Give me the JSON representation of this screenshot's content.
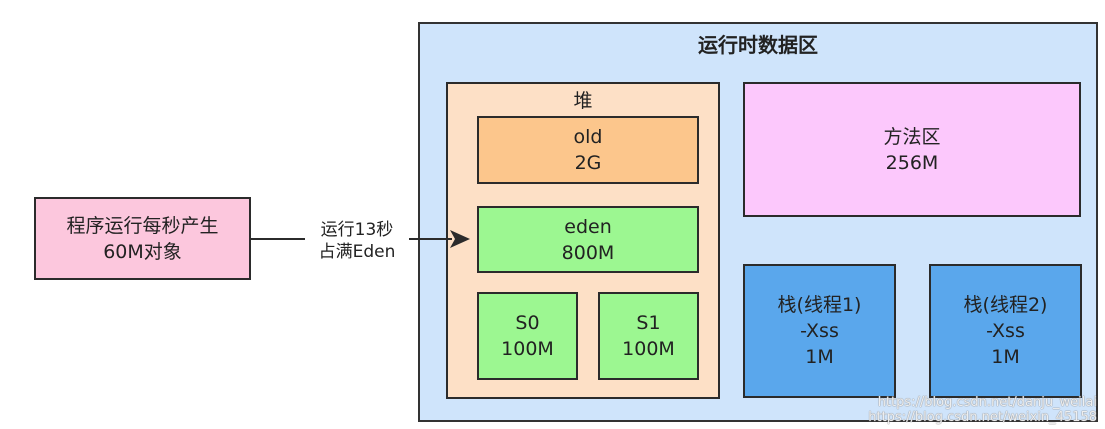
{
  "runtime": {
    "title": "运行时数据区"
  },
  "heap": {
    "title": "堆",
    "old": {
      "name": "old",
      "size": "2G"
    },
    "eden": {
      "name": "eden",
      "size": "800M"
    },
    "s0": {
      "name": "S0",
      "size": "100M"
    },
    "s1": {
      "name": "S1",
      "size": "100M"
    }
  },
  "method_area": {
    "name": "方法区",
    "size": "256M"
  },
  "stacks": [
    {
      "name": "栈(线程1)",
      "param": "-Xss",
      "size": "1M"
    },
    {
      "name": "栈(线程2)",
      "param": "-Xss",
      "size": "1M"
    }
  ],
  "program": {
    "line1": "程序运行每秒产生",
    "line2": "60M对象"
  },
  "arrow": {
    "line1": "运行13秒",
    "line2": "占满Eden"
  },
  "watermark": {
    "line1": "https://blog.csdn.net/danju_weilai",
    "line2": "https://blog.csdn.net/weixin_45158"
  },
  "colors": {
    "runtime_bg": "#cfe4fb",
    "heap_bg": "#fde0c6",
    "old_bg": "#fcc68c",
    "young_bg": "#9cf791",
    "method_bg": "#fcc8fc",
    "stack_bg": "#5aa7ec",
    "program_bg": "#fcc7dd"
  }
}
